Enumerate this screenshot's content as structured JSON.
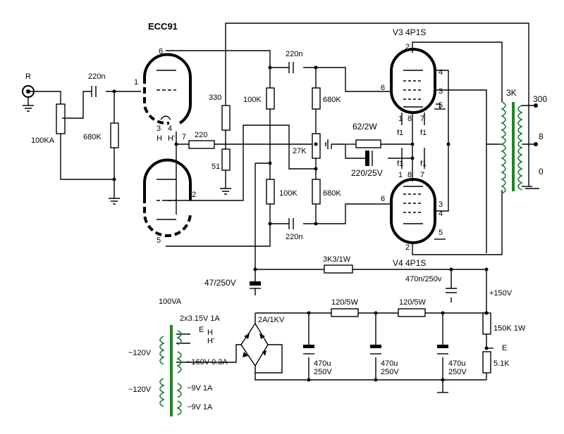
{
  "tubes": {
    "ecc91": "ECC91",
    "v3": "V3 4P1S",
    "v4": "V4 4P1S"
  },
  "input": {
    "jack": "R",
    "pot": "100KA"
  },
  "ecc91_pins": {
    "p6": "6",
    "p1": "1",
    "p3": "3",
    "p4": "4",
    "h1": "H",
    "h2": "H'",
    "p7": "7",
    "p2": "2",
    "p5": "5"
  },
  "components": {
    "c_in": "220n",
    "r_grid": "680K",
    "r_330": "330",
    "r_51": "51",
    "r_220": "220",
    "r_100k_top": "100K",
    "r_100k_bot": "100K",
    "c_top": "220n",
    "c_bot": "220n",
    "r_680k_top": "680K",
    "r_680k_bot": "680K",
    "r_27k": "27K",
    "r_62": "62/2W",
    "c_220": "220/25V",
    "r_3k3": "3K3/1W",
    "c_47": "47/250V",
    "c_470n": "470n/250v",
    "b_plus": "+150V",
    "r_150k": "150K 1W",
    "e_label": "E",
    "r_5k1": "5.1K"
  },
  "v3_pins": {
    "p2": "2",
    "p6": "6",
    "p4": "4",
    "p3": "3",
    "p5": "5",
    "p1": "1",
    "p8": "8",
    "p7": "7",
    "f1a": "f1",
    "f1b": "f1"
  },
  "v4_pins": {
    "p1": "1",
    "p8": "8",
    "p7": "7",
    "f1a": "f1",
    "f1b": "f1",
    "p6": "6",
    "p3": "3",
    "p4": "4",
    "p5": "5",
    "p2": "2"
  },
  "output": {
    "primary": "3K",
    "tap_300": "300",
    "tap_8": "8",
    "tap_0": "0"
  },
  "psu": {
    "power": "100VA",
    "heater_wind": "2x3.15V 1A",
    "h_e": "E",
    "h_h": "H",
    "h_h2": "H'",
    "pri1": "~120V",
    "pri2": "~120V",
    "hv": "~160V 0.3A",
    "bridge": "2A/1KV",
    "r1": "120/5W",
    "r2": "120/5W",
    "c1": "470u",
    "c1v": "250V",
    "c2": "470u",
    "c2v": "250V",
    "c3": "470u",
    "c3v": "250V",
    "aux1": "~9V 1A",
    "aux2": "~9V 1A"
  }
}
